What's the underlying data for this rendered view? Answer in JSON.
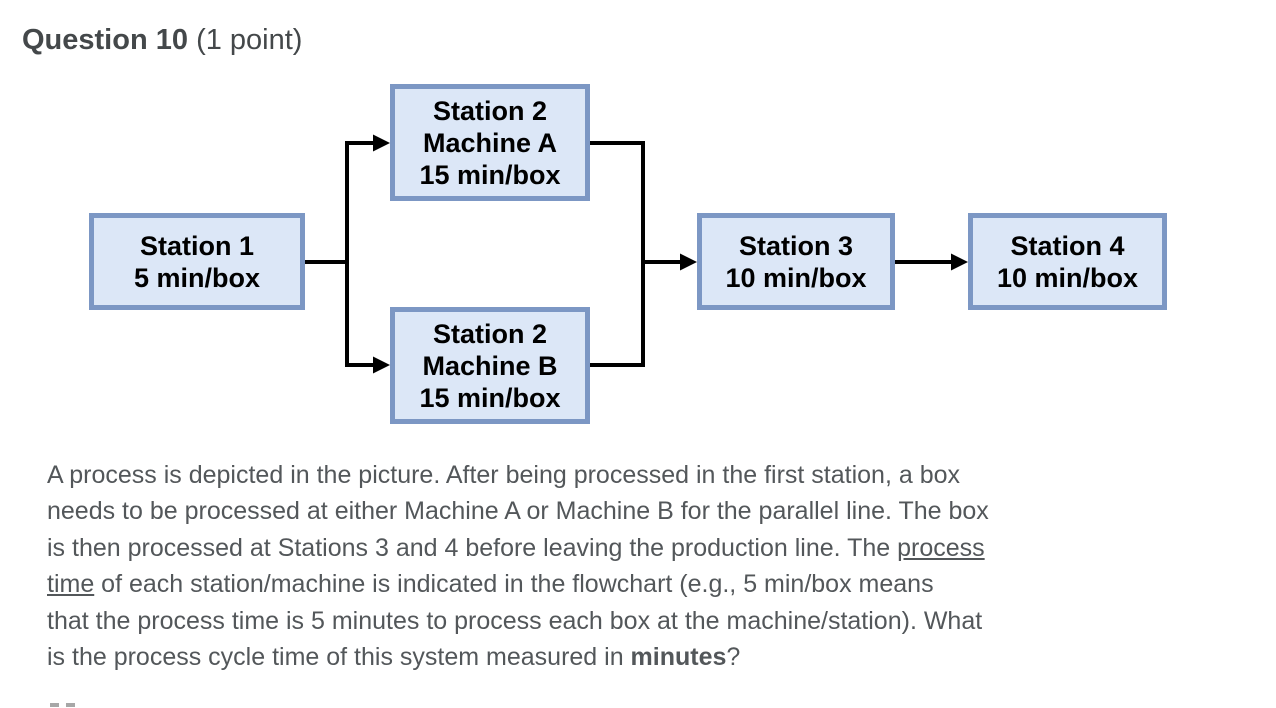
{
  "header": {
    "question_label": "Question 10",
    "points_label": "(1 point)"
  },
  "colors": {
    "box_fill": "#dce7f7",
    "box_border": "#7c97c4",
    "connector": "#000000",
    "box_text": "#000000",
    "header_text": "#44484a",
    "body_text": "#53575a"
  },
  "flowchart": {
    "station1": {
      "line1": "Station 1",
      "line2": "5 min/box"
    },
    "station2a": {
      "line1": "Station 2",
      "line2": "Machine A",
      "line3": "15 min/box"
    },
    "station2b": {
      "line1": "Station 2",
      "line2": "Machine B",
      "line3": "15 min/box"
    },
    "station3": {
      "line1": "Station 3",
      "line2": "10 min/box"
    },
    "station4": {
      "line1": "Station 4",
      "line2": "10 min/box"
    }
  },
  "question_text": {
    "line1": "A process is depicted in the picture. After being processed in the first station, a box",
    "line2": "needs to be processed at either Machine A or Machine B for the parallel line. The box",
    "line3_pre": "is then processed at Stations 3 and 4 before leaving the production line. The ",
    "line3_underline": "process",
    "line4_underline": "time",
    "line4_post": " of each station/machine is indicated in the flowchart (e.g., 5 min/box means",
    "line5": "that the process time is 5 minutes to process each box at the machine/station). What",
    "line6_pre": "is the process cycle time of this system measured in ",
    "line6_bold": "minutes",
    "line6_post": "?"
  }
}
